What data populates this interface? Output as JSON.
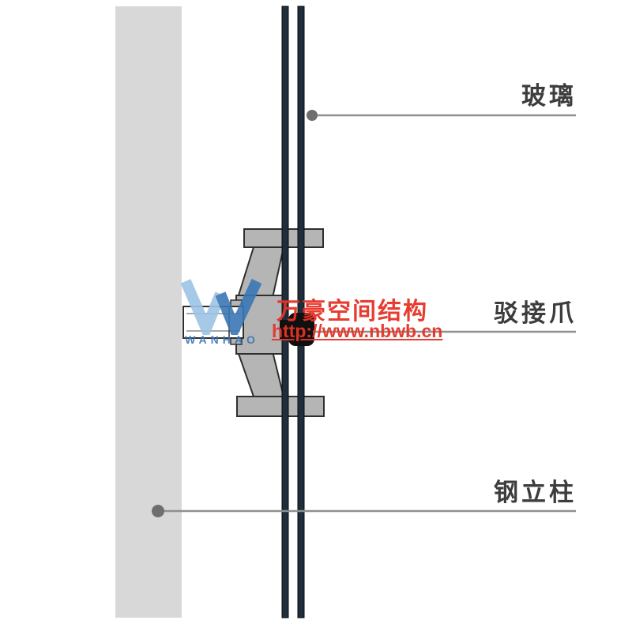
{
  "labels": {
    "glass": "玻璃",
    "spider_clamp": "驳接爪",
    "steel_column": "钢立柱"
  },
  "watermark": {
    "logo_text": "WANHAO",
    "company": "万豪空间结构",
    "url": "http://www.nbwb.cn"
  },
  "colors": {
    "steel_column_fill": "#d8d8d8",
    "glass_fill": "#1f2e3d",
    "fitting_fill": "#b5b5b5",
    "fitting_outline": "#2f2f2f",
    "leader_line": "#909090",
    "leader_dot": "#6e6e6e",
    "label_text": "#3d3d3d",
    "watermark_red": "#e63327",
    "watermark_blue": "#3b77b5",
    "watermark_blue_light": "#9cc4e4"
  }
}
